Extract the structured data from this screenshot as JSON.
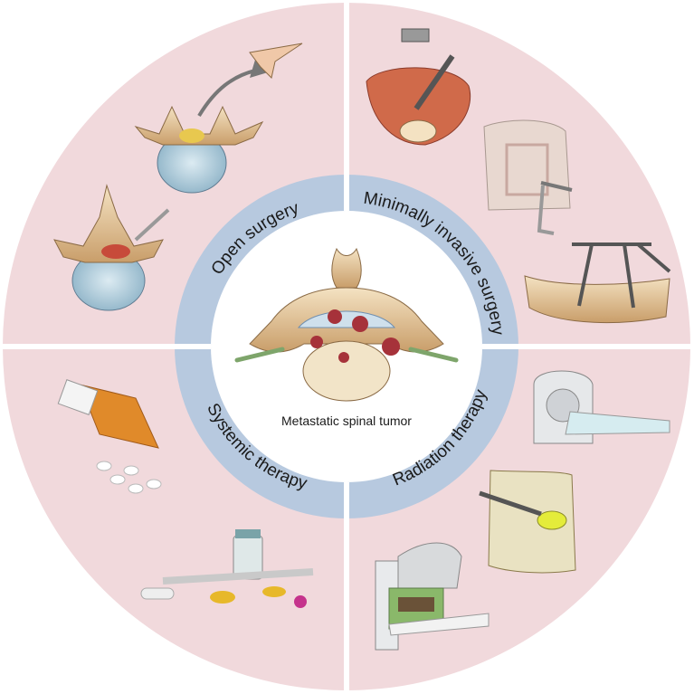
{
  "diagram": {
    "center": {
      "label": "Metastatic spinal tumor"
    },
    "quadrants": [
      {
        "id": "open-surgery",
        "label": "Open surgery"
      },
      {
        "id": "minimally-invasive-surgery",
        "label": "Minimally invasive surgery"
      },
      {
        "id": "systemic-therapy",
        "label": "Systemic therapy"
      },
      {
        "id": "radiation-therapy",
        "label": "Radiation therapy"
      }
    ],
    "colors": {
      "quadrant_fill": "#f1d9dc",
      "ring_fill": "#b7c9df",
      "center_fill": "#ffffff",
      "divider": "#ffffff"
    }
  }
}
